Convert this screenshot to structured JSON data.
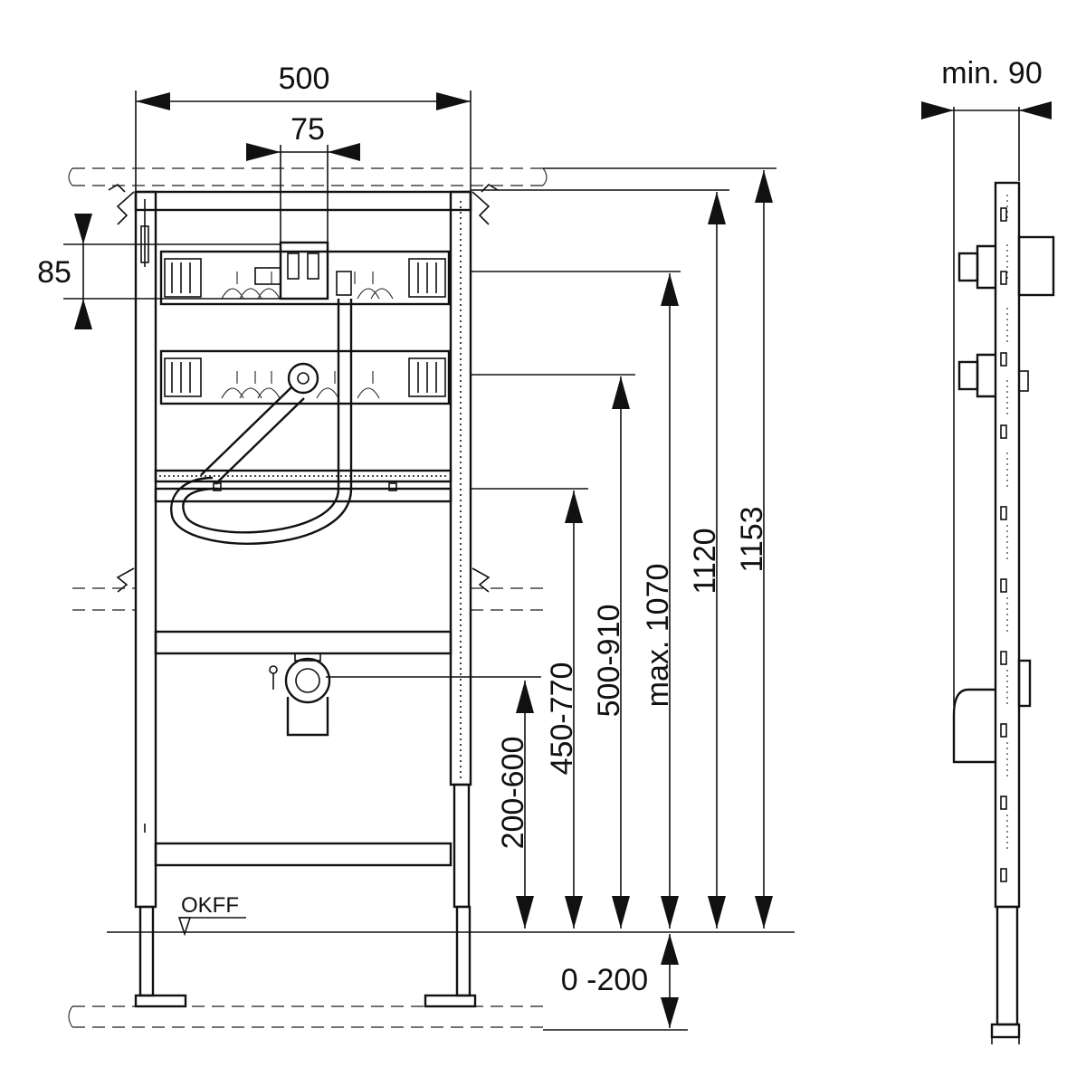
{
  "dimensions": {
    "width_total": "500",
    "width_center": "75",
    "height_85": "85",
    "height_200_600": "200-600",
    "height_450_770": "450-770",
    "height_500_910": "500-910",
    "height_max_1070": "max. 1070",
    "height_1120": "1120",
    "height_1153": "1153",
    "floor_range": "0 -200",
    "side_min": "min. 90"
  },
  "labels": {
    "floor_level": "OKFF"
  },
  "colors": {
    "line": "#111111",
    "background": "#ffffff"
  }
}
